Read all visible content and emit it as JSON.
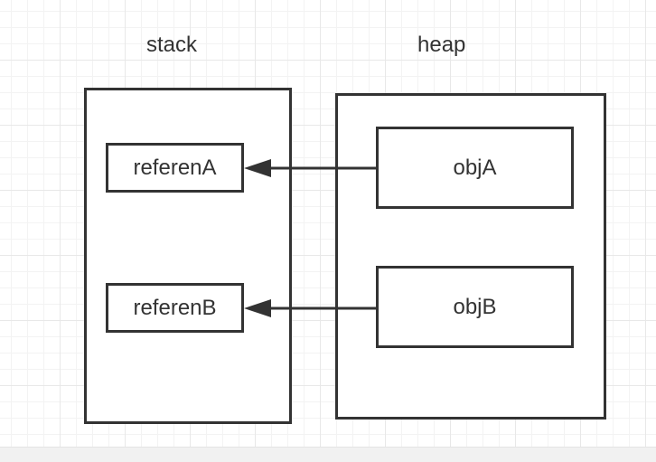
{
  "diagram": {
    "stack_title": "stack",
    "heap_title": "heap",
    "references": [
      {
        "label": "referenA"
      },
      {
        "label": "referenB"
      }
    ],
    "objects": [
      {
        "label": "objA"
      },
      {
        "label": "objB"
      }
    ],
    "edges": [
      {
        "from": "objA",
        "to": "referenA"
      },
      {
        "from": "objB",
        "to": "referenB"
      }
    ],
    "colors": {
      "stroke": "#333333",
      "grid": "#e8e8e8",
      "background": "#ffffff"
    }
  }
}
